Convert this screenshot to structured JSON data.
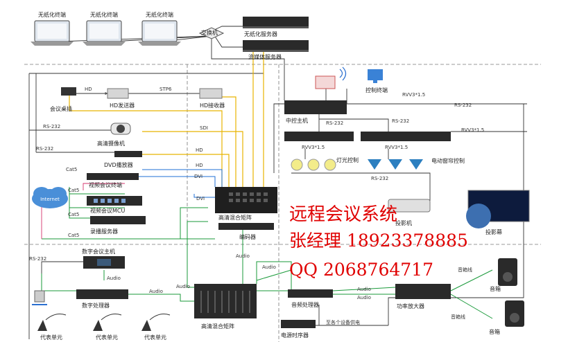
{
  "terminals": [
    "无纸化终端",
    "无纸化终端",
    "无纸化终端"
  ],
  "devices": {
    "switch": "交换机",
    "paperless_server": "无纸化服务器",
    "media_server": "流媒体服务器",
    "conference_socket": "会议桌插",
    "hd_transmitter": "HD发送器",
    "hd_receiver": "HD接收器",
    "hd_camera": "高清摄像机",
    "dvd_player": "DVD播放器",
    "video_terminal": "视频会议终端",
    "video_mcu": "视频会议MCU",
    "recording_server": "录播服务器",
    "internet": "Internet",
    "hd_matrix": "高清混合矩阵",
    "encoder": "编码器",
    "central_host": "中控主机",
    "control_terminal": "控制终端",
    "light_control": "灯光控制",
    "curtain_control": "电动窗帘控制",
    "projector": "投影机",
    "screen": "投影幕",
    "digital_host": "数字会议主机",
    "digital_processor": "数字处理器",
    "hd_mixer": "高清混合矩阵",
    "audio_processor": "音频处理器",
    "power_amp": "功率放大器",
    "power_sequencer": "电源时序器",
    "speaker_top": "音箱",
    "speaker_bottom": "音箱",
    "delegate_units": [
      "代表单元",
      "代表单元",
      "代表单元"
    ]
  },
  "wires": {
    "hd_1": "HD",
    "stp6": "STP6",
    "rs232_cam": "RS-232",
    "sdi": "SDI",
    "rs232_dvd": "RS-232",
    "hd_2": "HD",
    "hd_3": "HD",
    "dvi_1": "DVI",
    "dvi_2": "DVI",
    "cat5_1": "Cat5",
    "cat5_2": "Cat5",
    "cat5_3": "Cat5",
    "cat5_4": "Cat5",
    "rvv_top": "RVV3*1.5",
    "rs232_right": "RS-232",
    "rvv_mid": "RVV3*1.5",
    "rs232_a": "RS-232",
    "rs232_b": "RS-232",
    "rvv_light": "RVV3*1.5",
    "rvv_curtain": "RVV3*1.5",
    "rs232_proj": "RS-232",
    "rs232_left": "RS-232",
    "audio_1": "Audio",
    "audio_2": "Audio",
    "audio_3": "Audio",
    "audio_4": "Audio",
    "audio_5": "Audio",
    "audio_6": "Audio",
    "audio_7": "Audio",
    "speaker_wire_1": "音箱线",
    "speaker_wire_2": "音箱线",
    "power_note": "至各个设备供电"
  },
  "promo": {
    "line1": "远程会议系统",
    "line2": "张经理 18923378885",
    "line3": "QQ 2068764717"
  }
}
